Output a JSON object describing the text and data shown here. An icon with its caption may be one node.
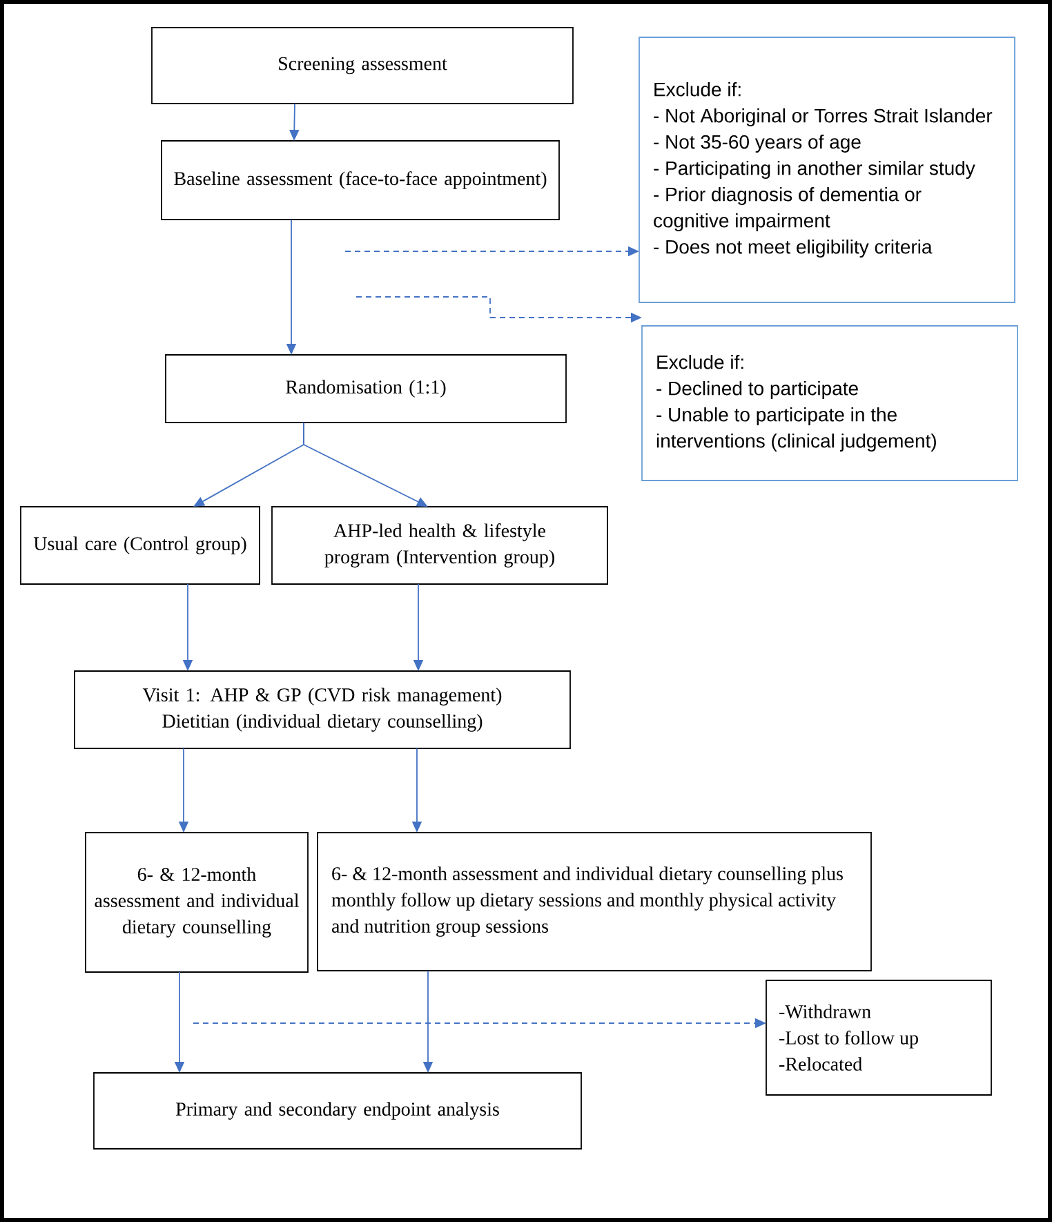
{
  "diagram": {
    "nodes": [
      {
        "text": [
          "Screening assessment"
        ]
      },
      {
        "text": [
          "Baseline assessment (face-to-face appointment)"
        ]
      },
      {
        "text": [
          "Randomisation (1:1)"
        ]
      },
      {
        "text": [
          "Usual care (Control group)"
        ]
      },
      {
        "text": [
          "AHP-led health & lifestyle program (Intervention group)"
        ]
      },
      {
        "text": [
          "Visit 1: AHP & GP (CVD risk management)",
          "Dietitian (individual dietary counselling)"
        ]
      },
      {
        "text": [
          "6- & 12-month assessment and individual dietary counselling"
        ]
      },
      {
        "text": [
          "6- & 12-month assessment and individual dietary counselling plus monthly follow up dietary sessions and monthly physical activity and nutrition group sessions"
        ]
      },
      {
        "text": [
          "Primary and secondary endpoint analysis"
        ]
      },
      {
        "text": [
          "Exclude if:",
          "- Not Aboriginal or Torres Strait Islander",
          "- Not 35-60 years of age",
          "- Participating in another similar study",
          "- Prior diagnosis of dementia or cognitive impairment",
          "- Does not meet eligibility criteria"
        ]
      },
      {
        "text": [
          "Exclude if:",
          "- Declined to participate",
          "- Unable to participate in the interventions (clinical judgement)"
        ]
      },
      {
        "text": [
          "-Withdrawn",
          "-Lost to follow up",
          "-Relocated"
        ]
      }
    ],
    "edges": [
      {
        "from": 0,
        "to": 1,
        "arrow": "to"
      },
      {
        "from": null,
        "to": 9,
        "arrow": "to",
        "style": "dashed"
      },
      {
        "from": 1,
        "to": 2,
        "arrow": "to"
      },
      {
        "from": null,
        "to": 10,
        "arrow": "to",
        "style": "dashed"
      },
      {
        "from": 2,
        "to": 3,
        "arrow": "to"
      },
      {
        "from": 2,
        "to": 4,
        "arrow": "to"
      },
      {
        "from": 3,
        "to": 5,
        "arrow": "to"
      },
      {
        "from": 4,
        "to": 5,
        "arrow": "to"
      },
      {
        "from": 5,
        "to": 6,
        "arrow": "to"
      },
      {
        "from": 5,
        "to": 7,
        "arrow": "to"
      },
      {
        "from": 6,
        "to": 8,
        "arrow": "to"
      },
      {
        "from": 7,
        "to": 8,
        "arrow": "to"
      },
      {
        "from": null,
        "to": 11,
        "arrow": "to",
        "style": "dashed"
      }
    ]
  }
}
